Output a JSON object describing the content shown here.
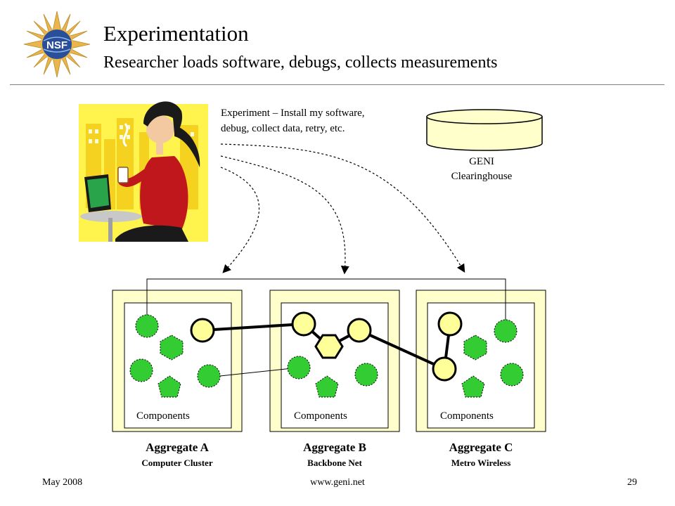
{
  "slide": {
    "title": "Experimentation",
    "subtitle": "Researcher loads software, debugs, collects measurements"
  },
  "experiment_note": {
    "line1": "Experiment – Install my software,",
    "line2": "debug, collect data, retry, etc."
  },
  "clearinghouse": {
    "line1": "GENI",
    "line2": "Clearinghouse"
  },
  "aggregates": [
    {
      "name": "Aggregate A",
      "type": "Computer Cluster",
      "components_label": "Components"
    },
    {
      "name": "Aggregate B",
      "type": "Backbone Net",
      "components_label": "Components"
    },
    {
      "name": "Aggregate C",
      "type": "Metro Wireless",
      "components_label": "Components"
    }
  ],
  "footer": {
    "date": "May 2008",
    "url": "www.geni.net",
    "page": "29"
  },
  "logo": {
    "text": "NSF"
  },
  "colors": {
    "node_green": "#33cc33",
    "node_yellow": "#ffff99",
    "aggregate_fill": "#ffffcc",
    "logo_gold": "#e8b64a",
    "logo_blue": "#2a4f9a"
  }
}
